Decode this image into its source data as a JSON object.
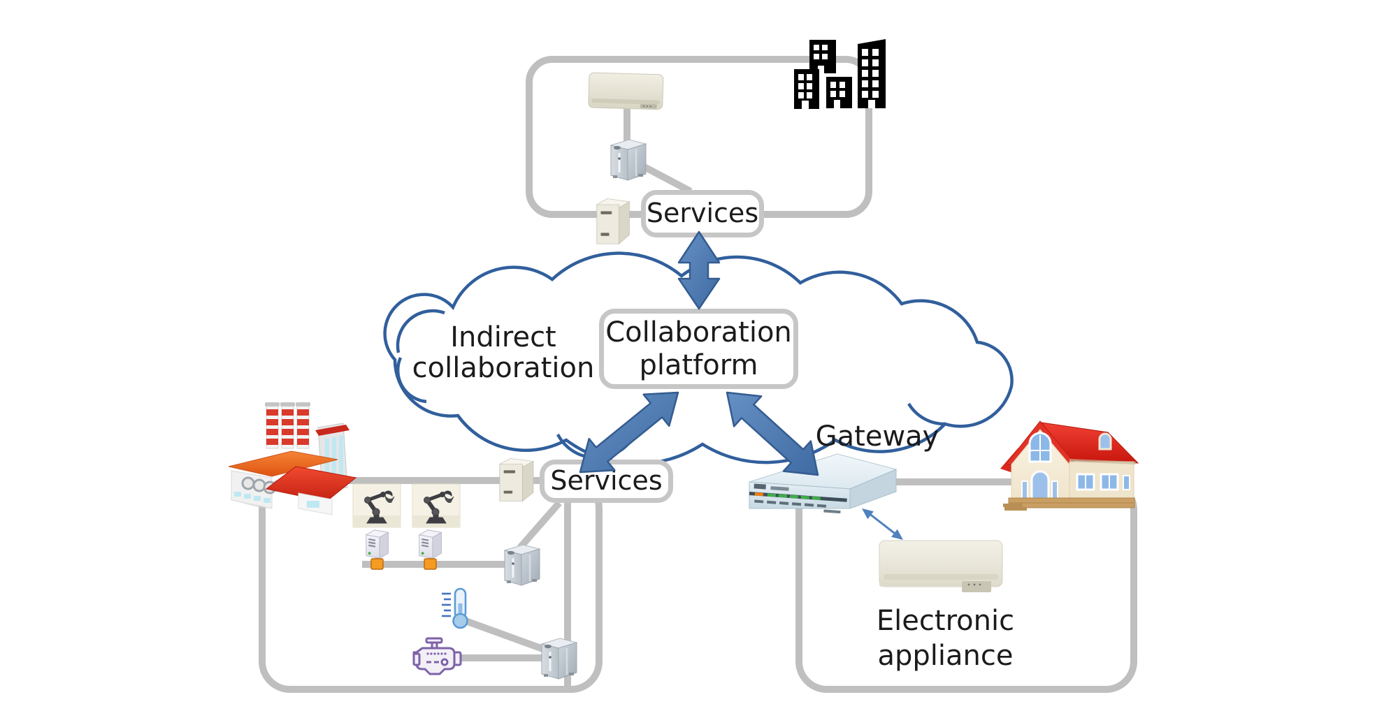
{
  "diagram": {
    "cloud": {
      "label": {
        "line1": "Indirect",
        "line2": "collaboration"
      },
      "platform_box": {
        "line1": "Collaboration",
        "line2": "platform"
      }
    },
    "city_section": {
      "services_label": "Services"
    },
    "factory_section": {
      "services_label": "Services"
    },
    "home_section": {
      "gateway_label": "Gateway",
      "appliance_label": {
        "line1": "Electronic",
        "line2": "appliance"
      }
    },
    "icons": {
      "city": [
        "air-conditioner-icon",
        "server-tower-icon",
        "server-box-icon",
        "office-buildings-icon"
      ],
      "factory": [
        "factory-icon",
        "robot-arm-photo-icon",
        "robot-arm-photo-icon",
        "desktop-pc-icon",
        "desktop-pc-icon",
        "server-box-icon",
        "server-tower-icon",
        "server-tower-icon",
        "thermometer-icon",
        "engine-icon"
      ],
      "home": [
        "gateway-device-icon",
        "house-icon",
        "air-conditioner-icon"
      ]
    },
    "colors": {
      "connector_gray": "#BFBFBF",
      "box_border_gray": "#C6C6C6",
      "arrow_blue": "#4D7CB6",
      "arrow_border": "#345C90",
      "cloud_outline": "#315F9C",
      "text": "#1B1B1B",
      "background": "#FFFFFF"
    }
  }
}
